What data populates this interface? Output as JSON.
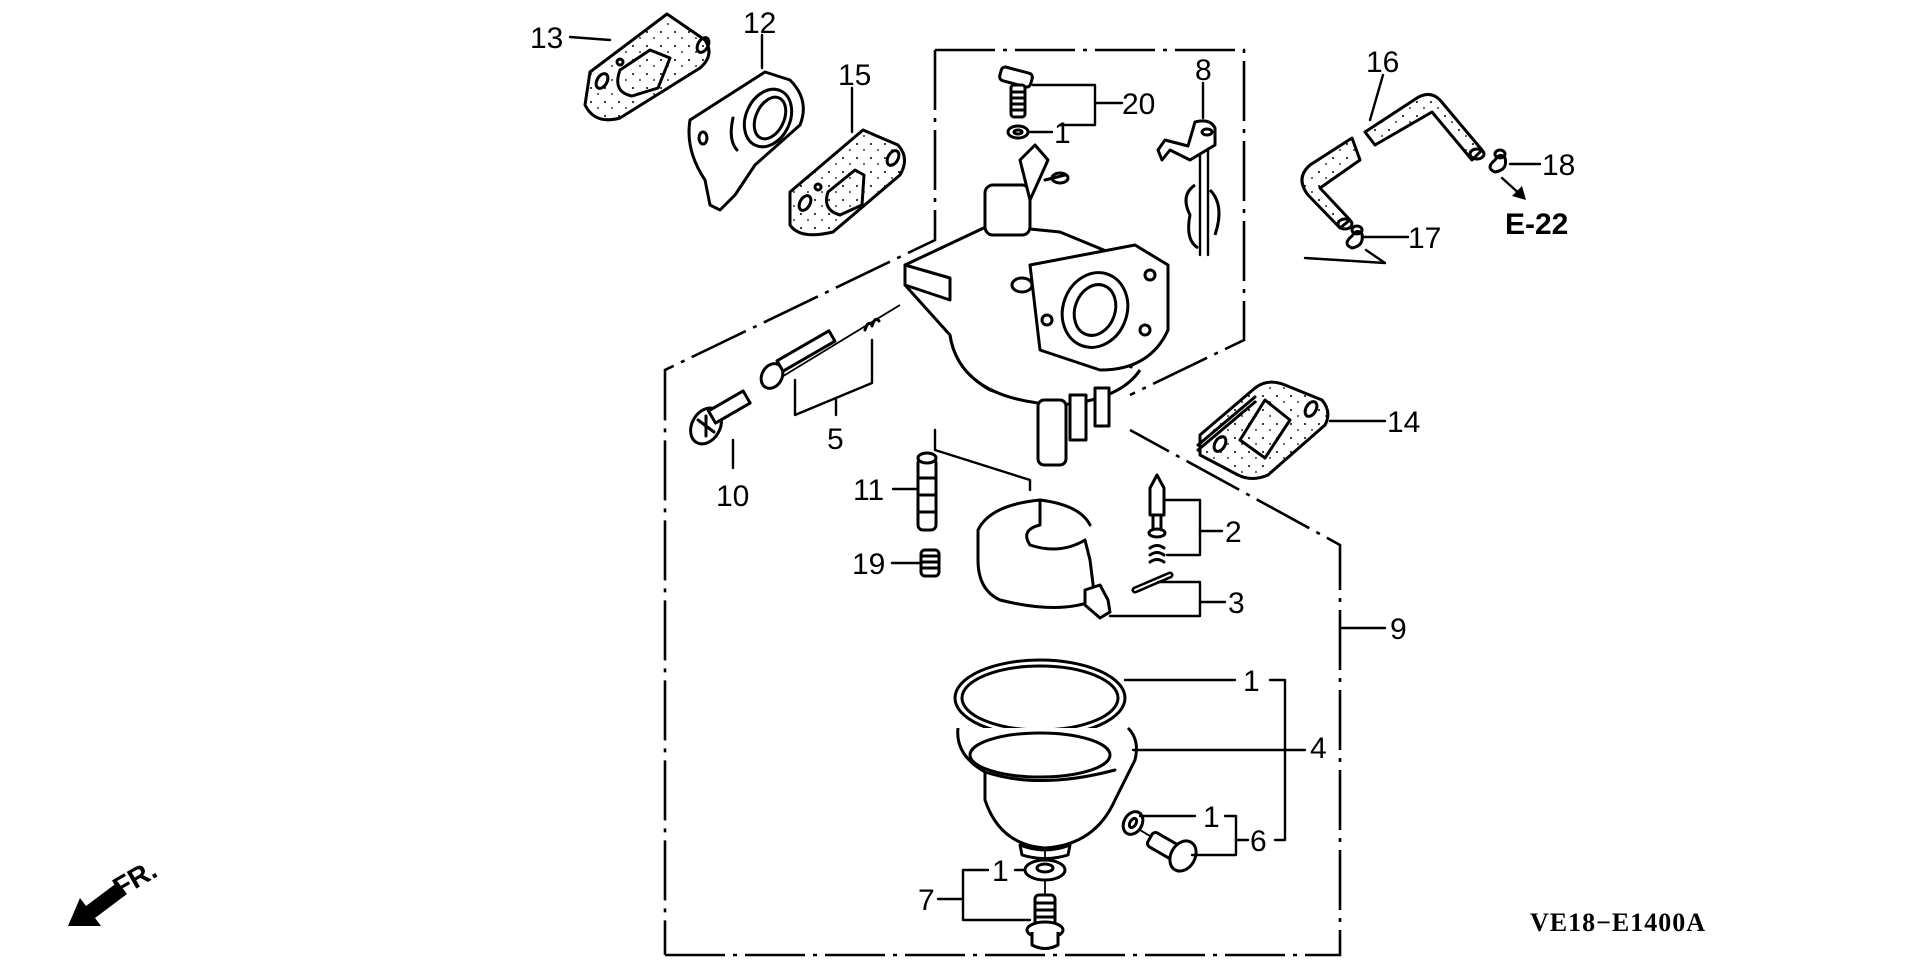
{
  "diagram": {
    "figure_code": "VE18−E1400A",
    "reference": "E-22",
    "direction_label": "FR.",
    "callouts": [
      {
        "id": "13",
        "part": "gasket-13"
      },
      {
        "id": "12",
        "part": "insulator-12"
      },
      {
        "id": "15",
        "part": "gasket-15"
      },
      {
        "id": "20",
        "part": "screw-set-20"
      },
      {
        "id": "1",
        "part": "washer-top"
      },
      {
        "id": "8",
        "part": "lever-8"
      },
      {
        "id": "16",
        "part": "tube-16"
      },
      {
        "id": "18",
        "part": "clip-18"
      },
      {
        "id": "17",
        "part": "clip-17"
      },
      {
        "id": "5",
        "part": "screw-set-5"
      },
      {
        "id": "10",
        "part": "screw-10"
      },
      {
        "id": "11",
        "part": "jet-11"
      },
      {
        "id": "14",
        "part": "gasket-14"
      },
      {
        "id": "2",
        "part": "valve-set-2"
      },
      {
        "id": "19",
        "part": "jet-19"
      },
      {
        "id": "3",
        "part": "pin-3"
      },
      {
        "id": "9",
        "part": "carburetor-assembly-9"
      },
      {
        "id": "1",
        "part": "o-ring-bowl"
      },
      {
        "id": "4",
        "part": "float-chamber-set-4"
      },
      {
        "id": "1",
        "part": "washer-drain"
      },
      {
        "id": "6",
        "part": "screw-set-6"
      },
      {
        "id": "1",
        "part": "washer-bottom"
      },
      {
        "id": "7",
        "part": "bolt-set-7"
      }
    ]
  },
  "colors": {
    "ink": "#000000",
    "paper": "#ffffff"
  },
  "icons": {
    "direction": "front-arrow-icon"
  }
}
